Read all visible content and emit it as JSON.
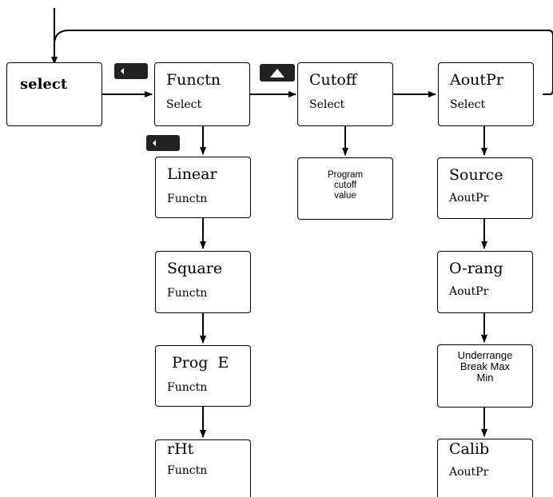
{
  "select_box": {
    "title": "select"
  },
  "function_box": {
    "title": "Functn",
    "subtitle": "Select"
  },
  "cutoff_box": {
    "title": "Cutoff",
    "subtitle": "Select"
  },
  "aoutpr_box": {
    "title": "AoutPr",
    "subtitle": "Select"
  },
  "linear_box": {
    "title": "Linear",
    "subtitle": "Functn"
  },
  "square_box": {
    "title": "Square",
    "subtitle": "Functn"
  },
  "proge_box": {
    "title": "Prog  E",
    "subtitle": "Functn"
  },
  "rht_box": {
    "title": "rHt",
    "subtitle": "Functn"
  },
  "program_cutoff_box": {
    "lines": [
      "Program",
      "cutoff",
      "value"
    ]
  },
  "source_box": {
    "title": "Source",
    "subtitle": "AoutPr"
  },
  "orang_box": {
    "title": "O-rang",
    "subtitle": "AoutPr"
  },
  "underrange_box": {
    "lines": [
      "Underrange",
      "Break Max",
      "Min"
    ]
  },
  "calib_box": {
    "title": "Calib",
    "subtitle": "AoutPr"
  },
  "icons": {
    "key_1": "left-arrow-key-icon",
    "key_2": "up-arrow-key-icon",
    "key_3": "left-arrow-key-icon"
  },
  "colors": {
    "line": "#000000",
    "key": "#222222",
    "key_glyph": "#ffffff"
  }
}
